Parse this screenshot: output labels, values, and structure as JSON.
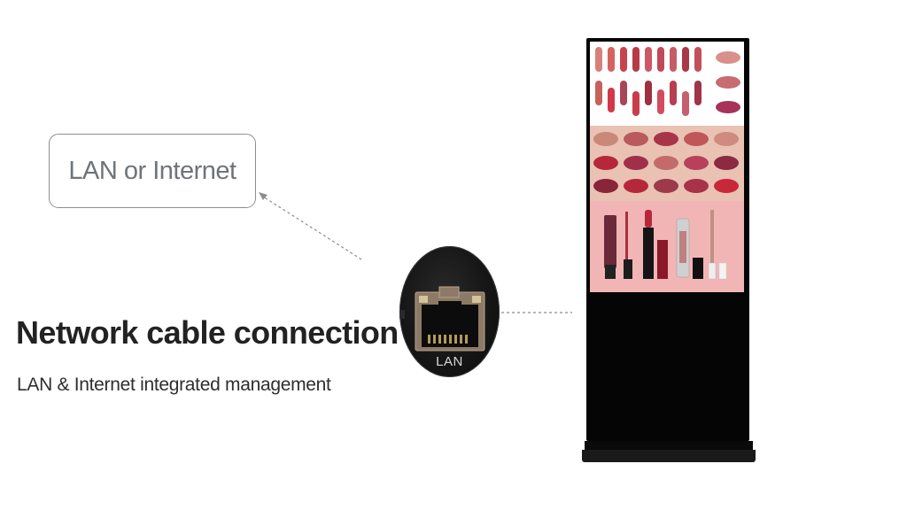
{
  "callout": {
    "text": "LAN or Internet"
  },
  "headline": {
    "title": "Network cable connection",
    "subtitle": "LAN & Internet integrated management"
  },
  "port": {
    "label": "LAN"
  },
  "colors": {
    "callout_border": "#8a8f96",
    "callout_text": "#6f7479",
    "headline_text": "#222222",
    "dashed_line": "#8c8c8c",
    "kiosk_frame": "#050505",
    "screen_pink": "#f2b5b5",
    "lip_red": "#b5283a"
  },
  "icons": {
    "port_icon": "rj45-port-icon",
    "arrow_icon": "arrow-head-icon"
  }
}
